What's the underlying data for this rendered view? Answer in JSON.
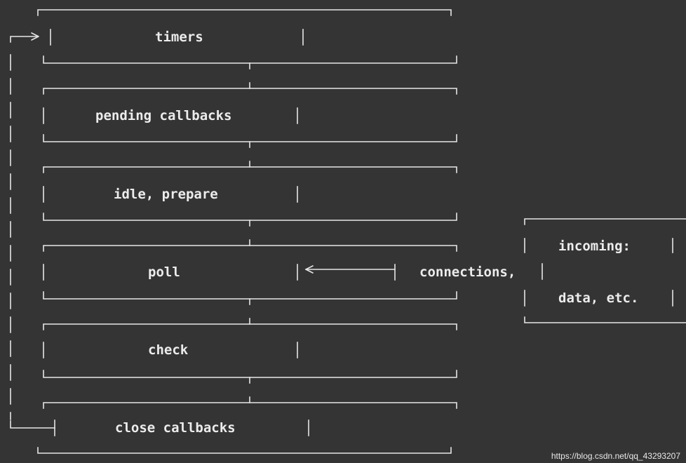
{
  "phases": [
    {
      "id": "timers",
      "label": "timers"
    },
    {
      "id": "pending-callbacks",
      "label": "pending callbacks"
    },
    {
      "id": "idle-prepare",
      "label": "idle, prepare"
    },
    {
      "id": "poll",
      "label": "poll"
    },
    {
      "id": "check",
      "label": "check"
    },
    {
      "id": "close-callbacks",
      "label": "close callbacks"
    }
  ],
  "incoming": {
    "line1": "incoming:",
    "line2": "connections,",
    "line3": "data, etc."
  },
  "watermark": "https://blog.csdn.net/qq_43293207",
  "colors": {
    "background": "#343434",
    "line": "#e6e6e6",
    "text": "#ececec"
  }
}
